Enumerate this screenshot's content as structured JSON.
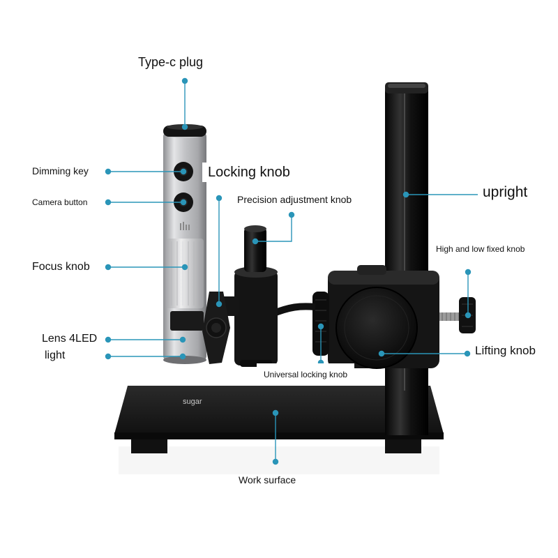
{
  "labels": {
    "type_c_plug": "Type-c plug",
    "dimming_key": "Dimming key",
    "camera_button": "Camera button",
    "focus_knob": "Focus knob",
    "lens_line1": "Lens 4LED",
    "lens_line2": "light",
    "locking_knob": "Locking knob",
    "precision_knob": "Precision adjustment knob",
    "upright": "upright",
    "high_low_knob": "High and low fixed knob",
    "lifting_knob": "Lifting knob",
    "universal_knob": "Universal locking knob",
    "watermark": "sugar",
    "work_surface": "Work surface"
  },
  "colors": {
    "callout": "#2a95b8",
    "stand_black": "#1c1c1c",
    "microscope_silver": "#c9c9cb",
    "background": "#ffffff"
  }
}
